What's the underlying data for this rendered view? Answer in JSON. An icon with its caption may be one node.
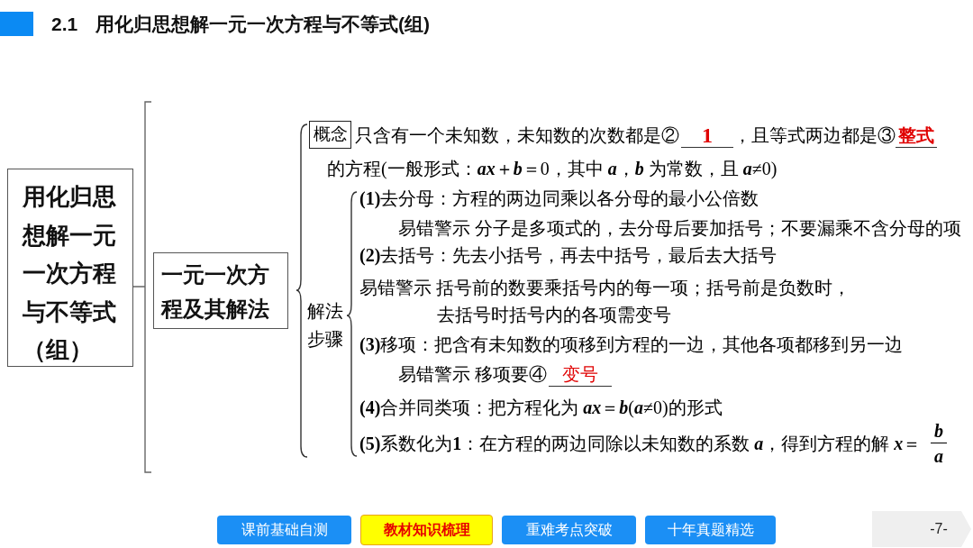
{
  "diagram": {
    "title": "2.1 用化归思想解一元一次方程与不等式(组)",
    "nodes": [
      {
        "text": [
          "用化归思想解一元一次方程与不等式（组）"
        ]
      },
      {
        "text": [
          "一元一次方程及其解法"
        ]
      },
      {
        "text": [
          "概念"
        ],
        "beside": [
          "只含有一个未知数，未知数的次数都是②",
          "1",
          "，且等式两边都是③",
          "整式",
          "的方程(一般形式：*ax*＋*b*＝0，其中 *a*，*b* 为常数，且 *a*≠0)"
        ]
      }
    ],
    "labels": [
      "解法步骤",
      "**(1)**去分母：方程的两边同乘以各分母的最小公倍数",
      "易错警示 分子是多项式的，去分母后要加括号；不要漏乘不含分母的项",
      "**(2)**去括号：先去小括号，再去中括号，最后去大括号",
      "易错警示 括号前的数要乘括号内的每一项；括号前是负数时，去括号时括号内的各项需变号",
      "**(3)**移项：把含有未知数的项移到方程的一边，其他各项都移到另一边",
      "易错警示 移项要④",
      "变号",
      "**(4)**合并同类项：把方程化为 *ax*＝*b*(*a*≠0)的形式",
      "**(5)**系数化为**1**：在方程的两边同除以未知数的系数 *a*，得到方程的解 *x*＝",
      "b",
      "a",
      "课前基础自测",
      "教材知识梳理",
      "重难考点突破",
      "十年真题精选",
      "-7-"
    ]
  }
}
